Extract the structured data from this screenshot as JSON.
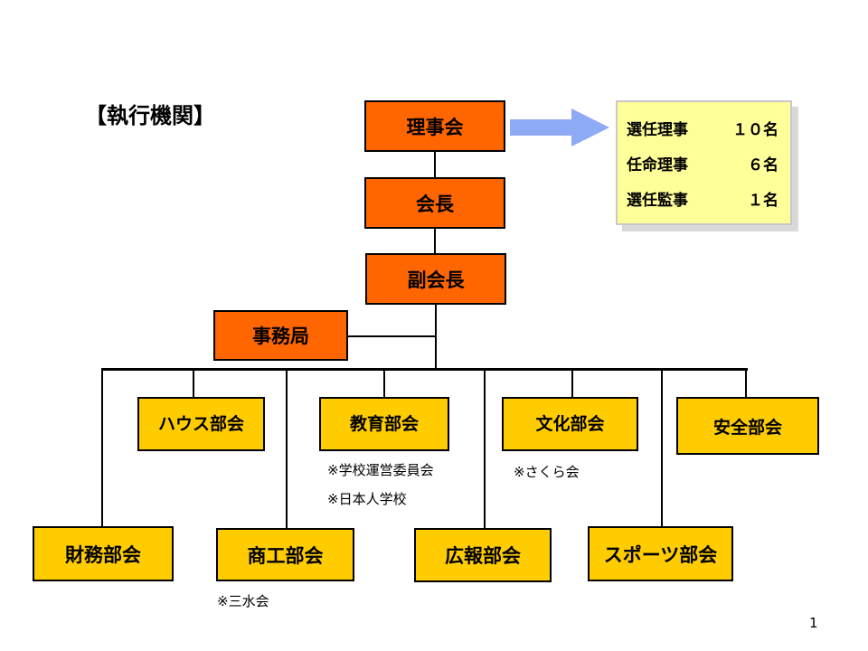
{
  "title": "【執行機関】",
  "executive": [
    {
      "label": "理事会"
    },
    {
      "label": "会長"
    },
    {
      "label": "副会長"
    },
    {
      "label": "事務局"
    }
  ],
  "board_composition": [
    {
      "role": "選任理事",
      "count": "１０名"
    },
    {
      "role": "任命理事",
      "count": "６名"
    },
    {
      "role": "選任監事",
      "count": "１名"
    }
  ],
  "departments": [
    {
      "label": "ハウス部会",
      "note": ""
    },
    {
      "label": "教育部会",
      "notes": [
        "※学校運営委員会",
        "※日本人学校"
      ]
    },
    {
      "label": "文化部会",
      "note": "※さくら会"
    },
    {
      "label": "安全部会",
      "note": ""
    },
    {
      "label": "財務部会",
      "note": ""
    },
    {
      "label": "商工部会",
      "note": "※三水会"
    },
    {
      "label": "広報部会",
      "note": ""
    },
    {
      "label": "スポーツ部会",
      "note": ""
    }
  ],
  "page_number": "1",
  "colors": {
    "executive_box": "#ff6600",
    "department_box": "#ffcc00",
    "info_box": "#ffff99",
    "arrow": "#8eaaf5"
  }
}
